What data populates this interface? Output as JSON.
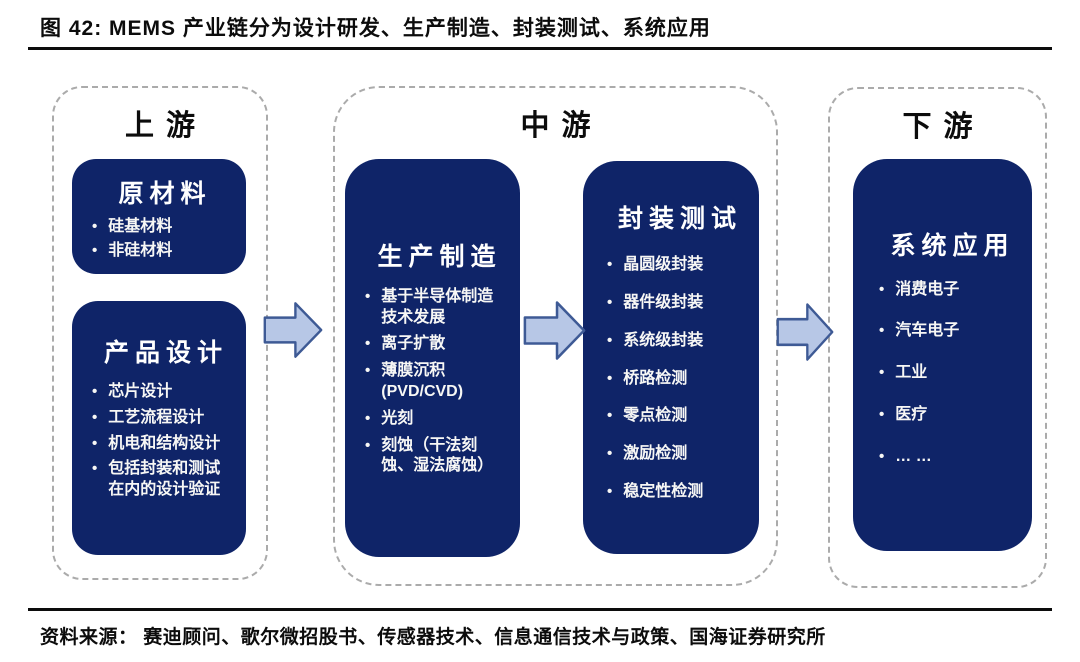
{
  "figure": {
    "title": "图 42:  MEMS 产业链分为设计研发、生产制造、封装测试、系统应用",
    "source": "资料来源： 赛迪顾问、歌尔微招股书、传感器技术、信息通信技术与政策、国海证券研究所"
  },
  "colors": {
    "box_navy": "#0f2468",
    "arrow_fill": "#b7c7e6",
    "arrow_stroke": "#3e5a95",
    "panel_dash": "#ababab",
    "text_black": "#0c0c0c",
    "text_white": "#ffffff"
  },
  "bullet_glyph": "•",
  "sections": [
    {
      "id": "upstream",
      "label": "上游",
      "boxes": [
        {
          "title": "原材料",
          "items": [
            "硅基材料",
            "非硅材料"
          ]
        },
        {
          "title": "产品设计",
          "items": [
            "芯片设计",
            "工艺流程设计",
            "机电和结构设计",
            "包括封装和测试在内的设计验证"
          ]
        }
      ]
    },
    {
      "id": "midstream",
      "label": "中游",
      "boxes": [
        {
          "title": "生产制造",
          "items": [
            "基于半导体制造技术发展",
            "离子扩散",
            "薄膜沉积 (PVD/CVD)",
            "光刻",
            "刻蚀（干法刻蚀、湿法腐蚀）"
          ]
        },
        {
          "title": "封装测试",
          "items": [
            "晶圆级封装",
            "器件级封装",
            "系统级封装",
            "桥路检测",
            "零点检测",
            "激励检测",
            "稳定性检测"
          ]
        }
      ]
    },
    {
      "id": "downstream",
      "label": "下游",
      "boxes": [
        {
          "title": "系统应用",
          "items": [
            "消费电子",
            "汽车电子",
            "工业",
            "医疗",
            "… …"
          ]
        }
      ]
    }
  ]
}
